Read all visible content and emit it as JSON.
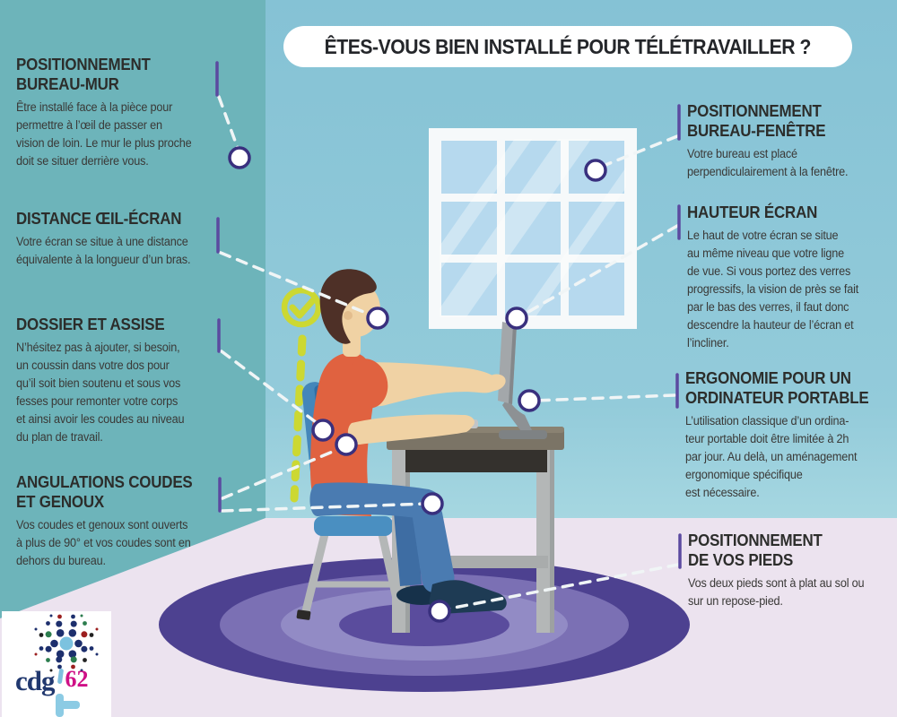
{
  "title": "ÊTES-VOUS BIEN INSTALLÉ POUR TÉLÉTRAVAILLER ?",
  "sections": {
    "bureau_mur": {
      "title": "POSITIONNEMENT\nBUREAU-MUR",
      "body": "Être installé face à la pièce pour\npermettre à l’œil de passer en\nvision de loin. Le mur le plus proche\ndoit se situer derrière vous."
    },
    "oeil_ecran": {
      "title": "DISTANCE ŒIL-ÉCRAN",
      "body": "Votre écran se situe à une distance\néquivalente à la longueur d’un bras."
    },
    "dossier_assise": {
      "title": "DOSSIER ET ASSISE",
      "body": "N’hésitez pas à ajouter, si besoin,\nun coussin dans votre dos pour\nqu’il soit bien soutenu et sous vos\nfesses pour remonter votre corps\net ainsi avoir les coudes au niveau\ndu plan de travail."
    },
    "angulations": {
      "title": "ANGULATIONS COUDES\nET GENOUX",
      "body": "Vos coudes et genoux sont ouverts\nà plus de 90° et vos coudes sont en\ndehors du bureau."
    },
    "bureau_fenetre": {
      "title": "POSITIONNEMENT\nBUREAU-FENÊTRE",
      "body": "Votre bureau est placé\nperpendiculairement à la fenêtre."
    },
    "hauteur_ecran": {
      "title": "HAUTEUR ÉCRAN",
      "body": "Le haut de votre écran se situe\nau même niveau que votre ligne\nde vue. Si vous portez des verres\nprogressifs, la vision de près se fait\npar le bas des verres, il faut donc\ndescendre la hauteur de l’écran et\nl’incliner."
    },
    "ergonomie_portable": {
      "title": "ERGONOMIE POUR UN\nORDINATEUR PORTABLE",
      "body": "L’utilisation classique d’un ordina-\nteur portable doit être limitée à 2h\npar jour. Au delà, un aménagement\nergonomique spécifique\nest nécessaire."
    },
    "pieds": {
      "title": "POSITIONNEMENT\nDE VOS PIEDS",
      "body": "Vos deux pieds sont à plat au sol ou\nsur un repose-pied."
    }
  },
  "logo": {
    "org": "cdg",
    "number": "62"
  },
  "colors": {
    "teal_panel": "#6db4ba",
    "wall_blue": "#8cc6d8",
    "floor_pink": "#ece3ef",
    "rug_purple": "#4d4190",
    "tick_purple": "#5b4aa0",
    "marker_ring": "#39307e",
    "check_green": "#ccd832",
    "shirt_orange": "#e06240",
    "chair_blue": "#4a8fc1",
    "logo_navy": "#21386f",
    "logo_magenta": "#cf1086"
  }
}
